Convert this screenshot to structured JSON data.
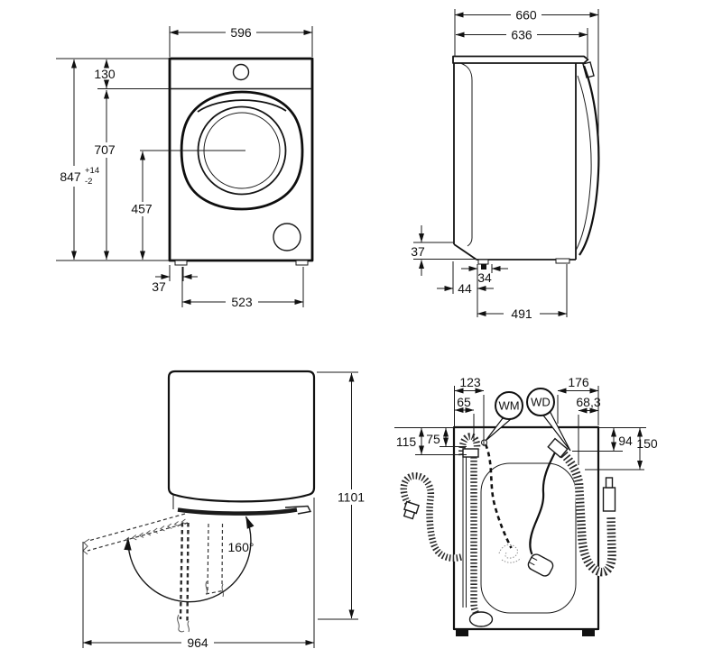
{
  "drawing": {
    "front_view": {
      "width": "596",
      "panel_height": "130",
      "panel_to_floor": "707",
      "total_height": "847",
      "height_tol_plus": "+14",
      "height_tol_minus": "-2",
      "door_center_height": "457",
      "foot_inset": "37",
      "feet_spacing": "523"
    },
    "side_view": {
      "depth_total": "660",
      "depth_body": "636",
      "plinth_height": "37",
      "foot_width": "34",
      "rear_clearance": "44",
      "feet_spacing": "491"
    },
    "top_view": {
      "door_opening_angle": "160°",
      "depth_door_open": "1101",
      "width_door_open": "964"
    },
    "rear_view": {
      "drain_offset_outer": "123",
      "drain_offset_inner": "65",
      "balloon_wm": "WM",
      "balloon_wd": "WD",
      "inlet_offset_outer": "176",
      "inlet_offset_inner": "68,3",
      "left_drop_outer": "115",
      "left_drop_inner": "75",
      "right_drop_inner": "94",
      "right_drop_outer": "150"
    }
  }
}
